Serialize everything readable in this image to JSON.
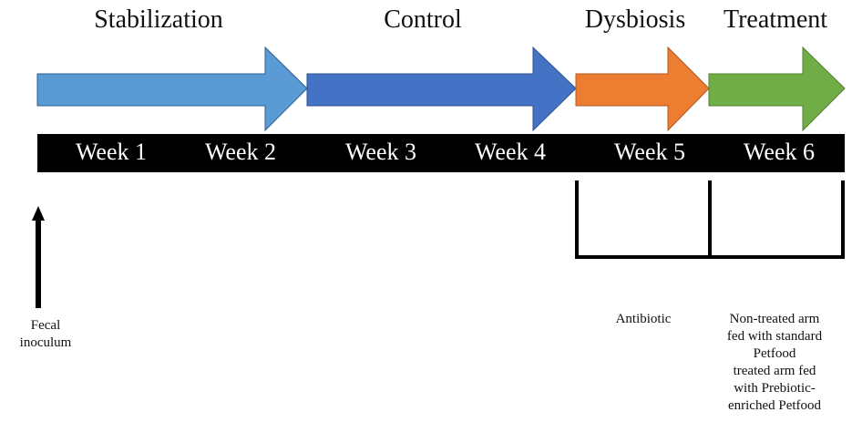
{
  "phases": [
    {
      "label": "Stabilization",
      "color": "#5b9bd5"
    },
    {
      "label": "Control",
      "color": "#4472c4"
    },
    {
      "label": "Dysbiosis",
      "color": "#ed7d31"
    },
    {
      "label": "Treatment",
      "color": "#70ad47"
    }
  ],
  "timeline": {
    "bar_color": "#000000",
    "weeks": [
      "Week 1",
      "Week 2",
      "Week 3",
      "Week 4",
      "Week 5",
      "Week 6"
    ]
  },
  "start_marker": {
    "lines": [
      "Fecal",
      "inoculum"
    ]
  },
  "antibiotic_note": {
    "lines": [
      "Antibiotic"
    ]
  },
  "treatment_note": {
    "lines": [
      "Non-treated arm",
      "fed with standard",
      "Petfood",
      "treated arm fed",
      "with Prebiotic-",
      "enriched Petfood"
    ]
  }
}
